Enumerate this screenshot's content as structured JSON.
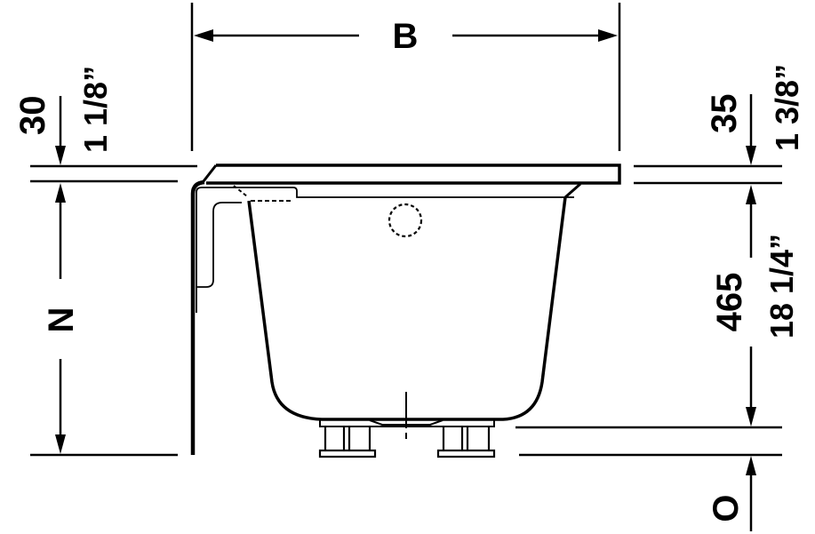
{
  "drawing": {
    "subject": "bathtub side section",
    "line_color": "#000000",
    "background": "#ffffff"
  },
  "dimensions": {
    "width_label": "B",
    "height_label": "N",
    "floor_offset_label": "O",
    "rim_left": {
      "mm": "30",
      "inch": "1 1/8”"
    },
    "rim_right": {
      "mm": "35",
      "inch": "1 3/8”"
    },
    "depth": {
      "mm": "465",
      "inch": "18 1/4”"
    }
  }
}
